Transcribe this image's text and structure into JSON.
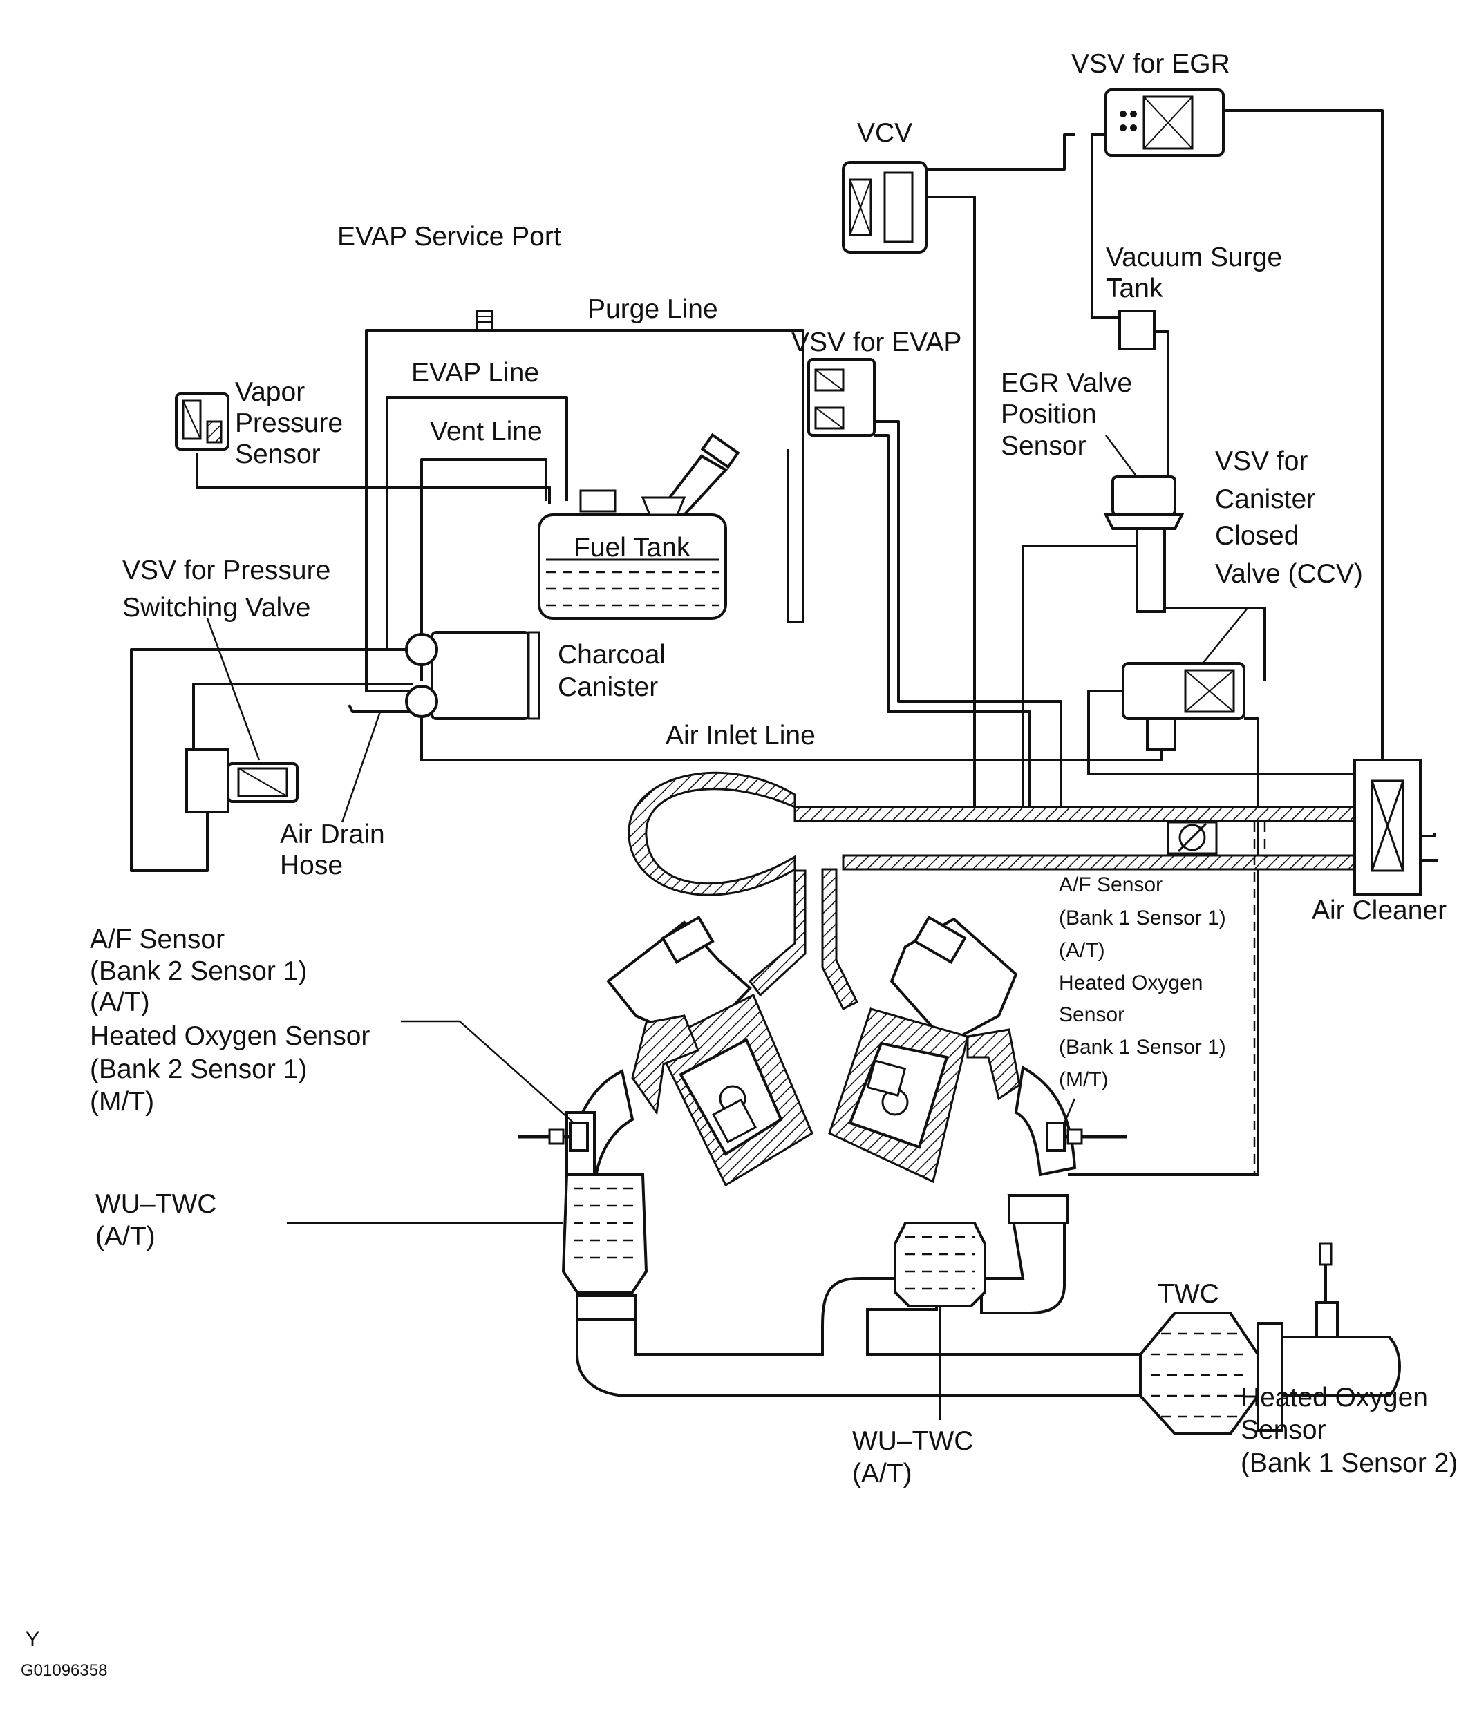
{
  "labels": {
    "vsv_egr": "VSV for EGR",
    "vcv": "VCV",
    "evap_service_port": "EVAP Service Port",
    "purge_line": "Purge Line",
    "vsv_evap": "VSV for EVAP",
    "vacuum_surge_tank": [
      "Vacuum Surge",
      "Tank"
    ],
    "vapor_pressure_sensor": [
      "Vapor",
      "Pressure",
      "Sensor"
    ],
    "evap_line": "EVAP Line",
    "vent_line": "Vent Line",
    "egr_valve_position_sensor": [
      "EGR Valve",
      "Position",
      "Sensor"
    ],
    "vsv_ccv": [
      "VSV for",
      "Canister",
      "Closed",
      "Valve (CCV)"
    ],
    "fuel_tank": "Fuel Tank",
    "vsv_pressure_switching": [
      "VSV for Pressure",
      "Switching Valve"
    ],
    "charcoal_canister": [
      "Charcoal",
      "Canister"
    ],
    "air_inlet_line": "Air Inlet Line",
    "air_drain_hose": [
      "Air Drain",
      "Hose"
    ],
    "af_sensor_bank1": [
      "A/F Sensor",
      "(Bank 1 Sensor 1)",
      "(A/T)",
      "Heated Oxygen",
      "Sensor",
      "(Bank 1 Sensor 1)",
      "(M/T)"
    ],
    "air_cleaner": "Air Cleaner",
    "af_sensor_bank2": [
      "A/F Sensor",
      "(Bank 2 Sensor 1)",
      "(A/T)",
      "Heated Oxygen Sensor",
      "(Bank 2 Sensor 1)",
      "(M/T)"
    ],
    "wu_twc_left": [
      "WU–TWC",
      "(A/T)"
    ],
    "twc": "TWC",
    "heated_oxygen_bank1_s2": [
      "Heated Oxygen",
      "Sensor",
      "(Bank 1 Sensor 2)"
    ],
    "wu_twc_bottom": [
      "WU–TWC",
      "(A/T)"
    ],
    "footer_code": "Y",
    "footer_id": "G01096358"
  },
  "colors": {
    "ink": "#111111",
    "paper": "#ffffff"
  }
}
